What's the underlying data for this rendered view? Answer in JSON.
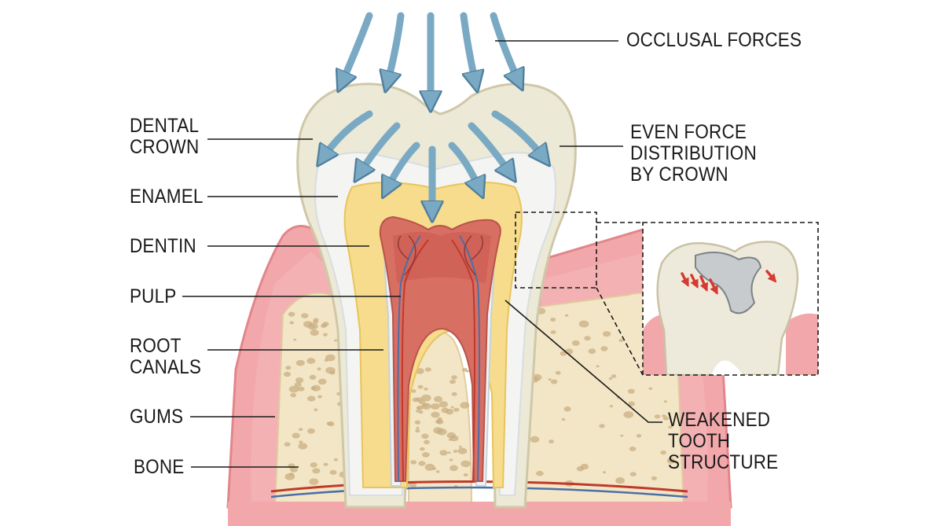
{
  "labels": {
    "occlusal_forces": "OCCLUSAL FORCES",
    "dental_crown": "DENTAL\nCROWN",
    "enamel": "ENAMEL",
    "dentin": "DENTIN",
    "pulp": "PULP",
    "root_canals": "ROOT\nCANALS",
    "gums": "GUMS",
    "bone": "BONE",
    "even_force": "EVEN FORCE\nDISTRIBUTION\nBY CROWN",
    "weakened": "WEAKENED\nTOOTH\nSTRUCTURE"
  },
  "colors": {
    "gum": "#f2a8ab",
    "gum_dark": "#e2868b",
    "bone": "#f3e6c6",
    "bone_pore": "#c9ad82",
    "crown": "#ece9d6",
    "enamel": "#f4f4f2",
    "dentin": "#f6dc8c",
    "pulp": "#d76f63",
    "arrow": "#7aa9c4",
    "vessel_red": "#c0392b",
    "vessel_blue": "#4b6fa8",
    "leader": "#1a1a1a"
  }
}
